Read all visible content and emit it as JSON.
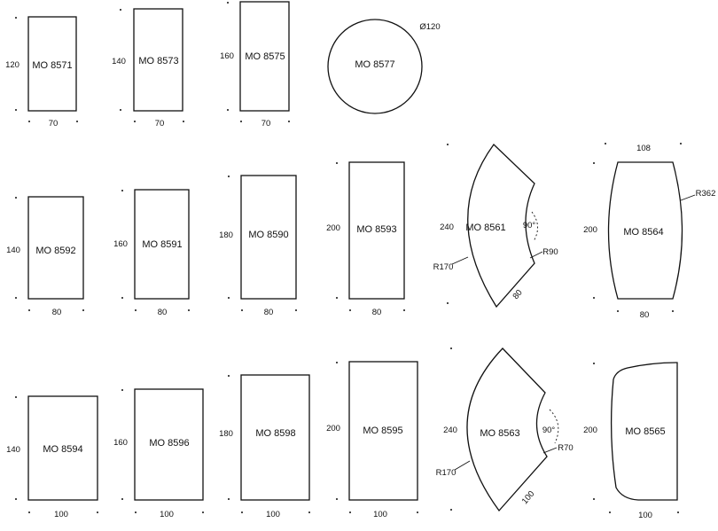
{
  "shapes": [
    {
      "id": "mo-8571",
      "label": "MO 8571",
      "type": "rect",
      "width_dim": "70",
      "height_dim": "120"
    },
    {
      "id": "mo-8573",
      "label": "MO 8573",
      "type": "rect",
      "width_dim": "70",
      "height_dim": "140"
    },
    {
      "id": "mo-8575",
      "label": "MO 8575",
      "type": "rect",
      "width_dim": "70",
      "height_dim": "160"
    },
    {
      "id": "mo-8577",
      "label": "MO 8577",
      "type": "circle",
      "diameter_dim": "Ø120"
    },
    {
      "id": "mo-8592",
      "label": "MO 8592",
      "type": "rect",
      "width_dim": "80",
      "height_dim": "140"
    },
    {
      "id": "mo-8591",
      "label": "MO 8591",
      "type": "rect",
      "width_dim": "80",
      "height_dim": "160"
    },
    {
      "id": "mo-8590",
      "label": "MO 8590",
      "type": "rect",
      "width_dim": "80",
      "height_dim": "180"
    },
    {
      "id": "mo-8593",
      "label": "MO 8593",
      "type": "rect",
      "width_dim": "80",
      "height_dim": "200"
    },
    {
      "id": "mo-8561",
      "label": "MO 8561",
      "type": "arc",
      "length_dim": "240",
      "outer_radius": "R170",
      "inner_radius": "R90",
      "angle": "90°",
      "width_dim": "80"
    },
    {
      "id": "mo-8564",
      "label": "MO 8564",
      "type": "barrel",
      "top_dim": "108",
      "bottom_dim": "80",
      "height_dim": "200",
      "side_radius": "R362"
    },
    {
      "id": "mo-8594",
      "label": "MO 8594",
      "type": "rect",
      "width_dim": "100",
      "height_dim": "140"
    },
    {
      "id": "mo-8596",
      "label": "MO 8596",
      "type": "rect",
      "width_dim": "100",
      "height_dim": "160"
    },
    {
      "id": "mo-8598",
      "label": "MO 8598",
      "type": "rect",
      "width_dim": "100",
      "height_dim": "180"
    },
    {
      "id": "mo-8595",
      "label": "MO 8595",
      "type": "rect",
      "width_dim": "100",
      "height_dim": "200"
    },
    {
      "id": "mo-8563",
      "label": "MO 8563",
      "type": "arc",
      "length_dim": "240",
      "outer_radius": "R170",
      "inner_radius": "R70",
      "angle": "90°",
      "width_dim": "100"
    },
    {
      "id": "mo-8565",
      "label": "MO 8565",
      "type": "curved",
      "height_dim": "200",
      "width_dim": "100"
    }
  ]
}
